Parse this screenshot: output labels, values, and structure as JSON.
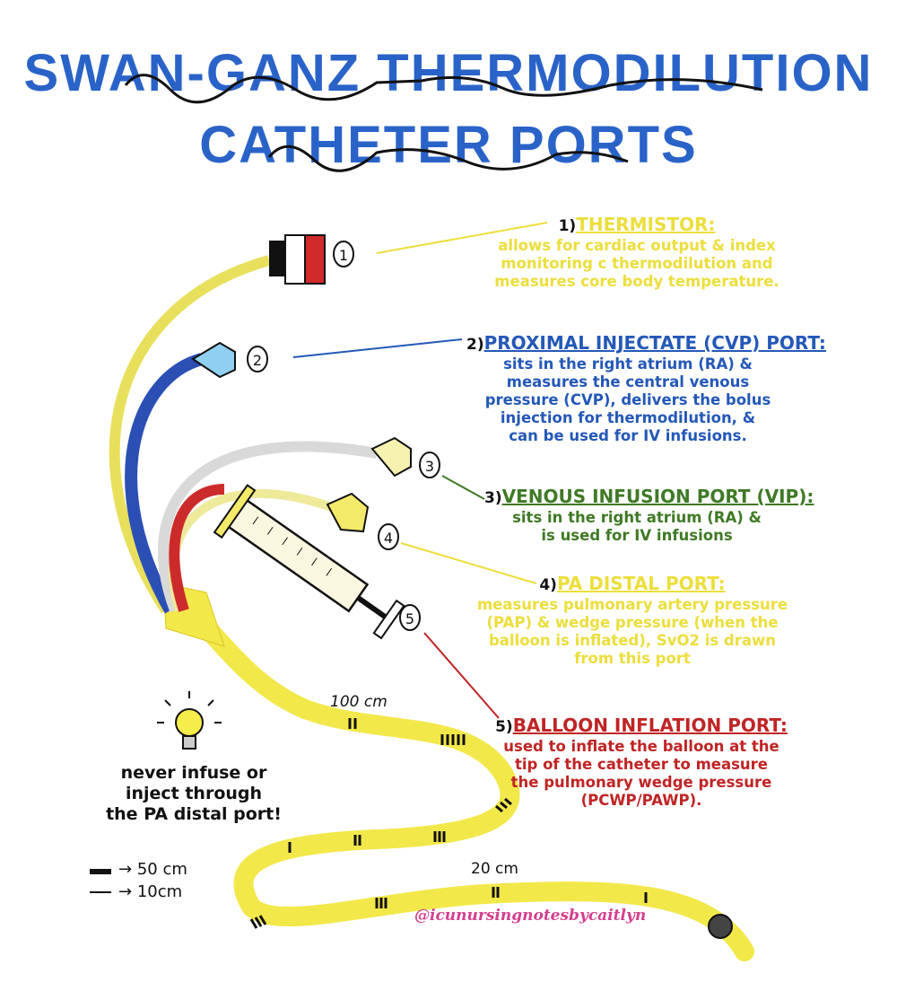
{
  "title": {
    "line1": "SWAN-GANZ THERMODILUTION",
    "line2": "CATHETER PORTS"
  },
  "ports": [
    {
      "number": "1)",
      "name": "THERMISTOR:",
      "description": [
        "allows for cardiac output & index",
        "monitoring c thermodilution and",
        "measures core body temperature."
      ],
      "color": "#ecde3c",
      "marker": "1"
    },
    {
      "number": "2)",
      "name": "PROXIMAL INJECTATE (CVP) PORT:",
      "description": [
        "sits in the right atrium (RA) &",
        "measures the central venous",
        "pressure (CVP), delivers the bolus",
        "injection for thermodilution, &",
        "can be used for IV infusions."
      ],
      "color": "#2458b8",
      "marker": "2"
    },
    {
      "number": "3)",
      "name": "VENOUS INFUSION PORT (VIP):",
      "description": [
        "sits in the right atrium (RA) &",
        "is used for IV infusions"
      ],
      "color": "#3f7a25",
      "marker": "3"
    },
    {
      "number": "4)",
      "name": "PA DISTAL PORT:",
      "description": [
        "measures pulmonary artery pressure",
        "(PAP) & wedge pressure (when the",
        "balloon is inflated), SvO2 is drawn",
        "from this port"
      ],
      "color": "#ecde3c",
      "marker": "4"
    },
    {
      "number": "5)",
      "name": "BALLOON INFLATION PORT:",
      "description": [
        "used to inflate the balloon at the",
        "tip of the catheter to measure",
        "the pulmonary wedge pressure",
        "(PCWP/PAWP)."
      ],
      "color": "#c02424",
      "marker": "5"
    }
  ],
  "warning": [
    "never infuse or",
    "inject through",
    "the PA distal port!"
  ],
  "legend": [
    {
      "symbol": "thick-mark",
      "arrow": "→",
      "label": "50 cm"
    },
    {
      "symbol": "thin-mark",
      "arrow": "→",
      "label": "10cm"
    }
  ],
  "catheter_labels": {
    "mark_100": "100 cm",
    "mark_20": "20 cm"
  },
  "watermark": "@icunursingnotesbycaitlyn",
  "icons": [
    "lightbulb-icon",
    "syringe-icon",
    "thermistor-connector-icon",
    "balloon-tip-icon"
  ]
}
